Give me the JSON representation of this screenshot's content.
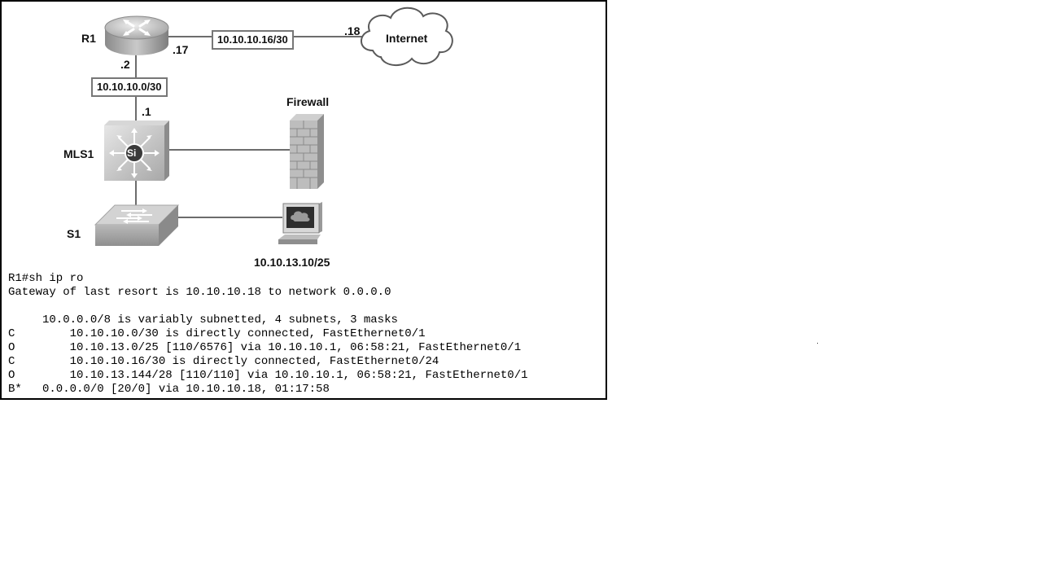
{
  "topology": {
    "r1": {
      "name": "R1",
      "port_down": ".2",
      "port_right": ".17"
    },
    "internet": {
      "name": "Internet",
      "port": ".18"
    },
    "link_r1_internet": "10.10.10.16/30",
    "link_r1_mls1": "10.10.10.0/30",
    "mls1": {
      "name": "MLS1",
      "port_up": ".1",
      "badge": "Si"
    },
    "firewall": {
      "name": "Firewall"
    },
    "s1": {
      "name": "S1"
    },
    "pc": {
      "address": "10.10.13.10/25"
    }
  },
  "cli_output": [
    "R1#sh ip ro",
    "Gateway of last resort is 10.10.10.18 to network 0.0.0.0",
    "",
    "     10.0.0.0/8 is variably subnetted, 4 subnets, 3 masks",
    "C        10.10.10.0/30 is directly connected, FastEthernet0/1",
    "O        10.10.13.0/25 [110/6576] via 10.10.10.1, 06:58:21, FastEthernet0/1",
    "C        10.10.10.16/30 is directly connected, FastEthernet0/24",
    "O        10.10.13.144/28 [110/110] via 10.10.10.1, 06:58:21, FastEthernet0/1",
    "B*   0.0.0.0/0 [20/0] via 10.10.10.18, 01:17:58"
  ]
}
